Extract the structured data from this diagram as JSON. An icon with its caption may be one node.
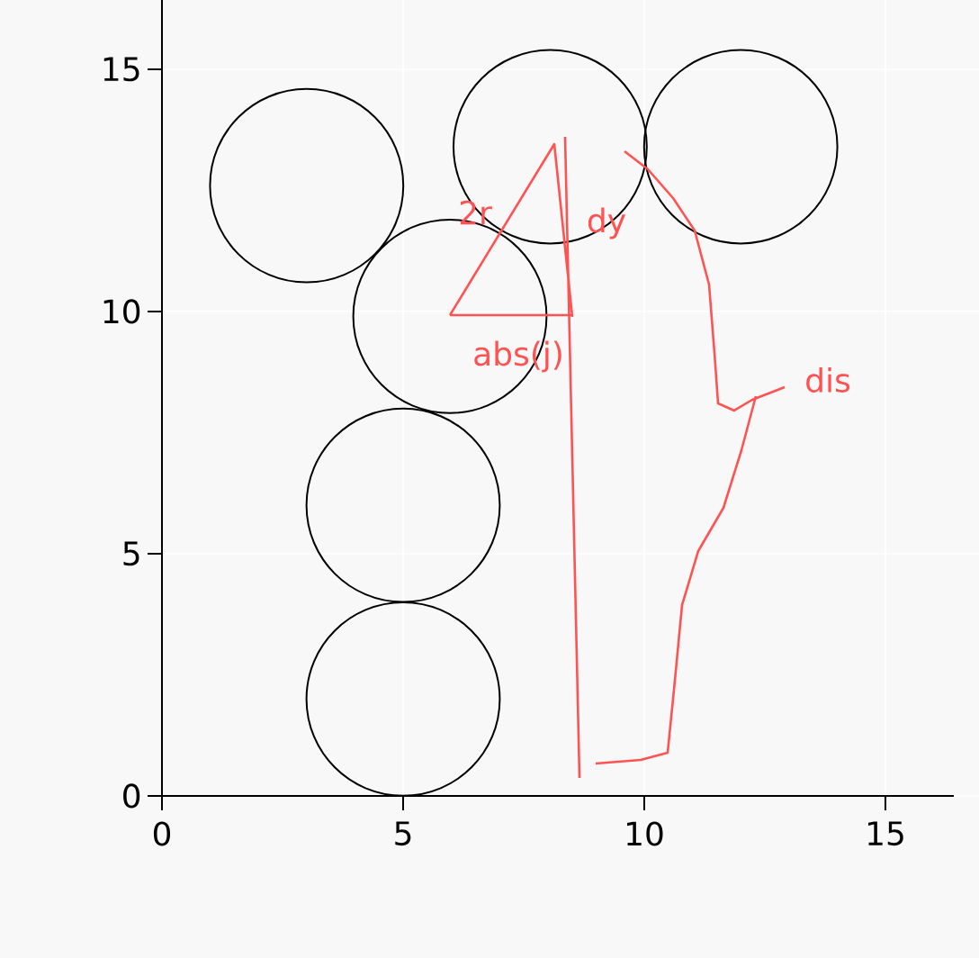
{
  "diagram": {
    "nodes": [
      {
        "text": [],
        "shape": "circle"
      },
      {
        "text": [],
        "shape": "circle"
      },
      {
        "text": [],
        "shape": "circle"
      },
      {
        "text": [],
        "shape": "circle"
      },
      {
        "text": [],
        "shape": "circle"
      },
      {
        "text": [],
        "shape": "circle"
      }
    ],
    "edges": [],
    "labels": [
      "15",
      "10",
      "5",
      "0",
      "0",
      "5",
      "10",
      "15",
      "2r",
      "dy",
      "abs(j)",
      "dis"
    ]
  }
}
